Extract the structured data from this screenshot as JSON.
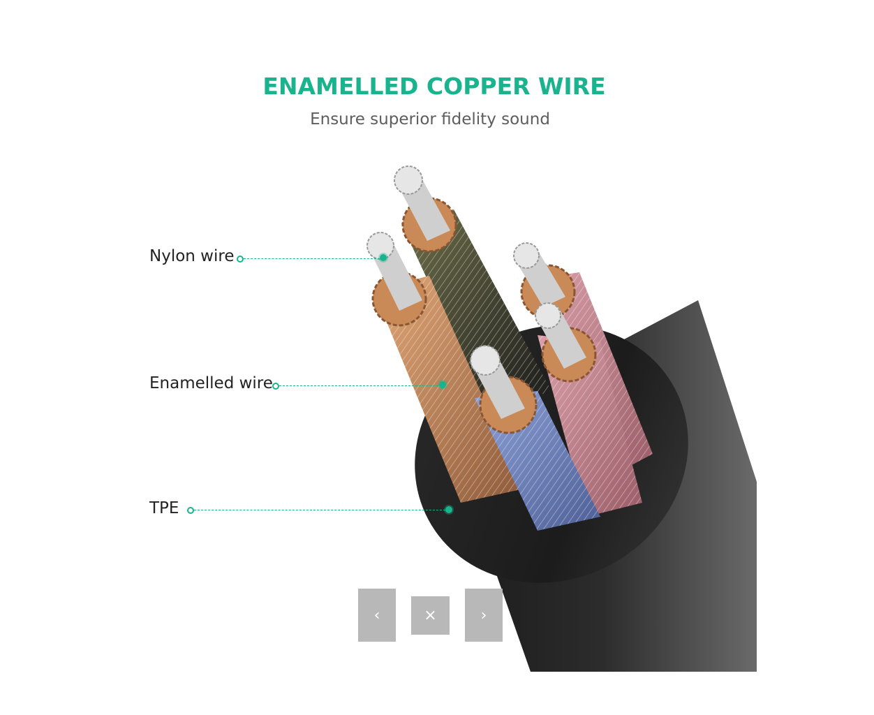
{
  "header": {
    "title": "ENAMELLED COPPER WIRE",
    "subtitle": "Ensure superior fidelity sound"
  },
  "callouts": [
    {
      "label": "Nylon wire"
    },
    {
      "label": "Enamelled wire"
    },
    {
      "label": "TPE"
    }
  ],
  "controls": {
    "prev_glyph": "‹",
    "close_glyph": "×",
    "next_glyph": "›"
  },
  "colors": {
    "accent": "#19b48d",
    "jacket": "#1e1e1e",
    "copper": "#c98a58",
    "nylon": "#d9d9d9"
  }
}
